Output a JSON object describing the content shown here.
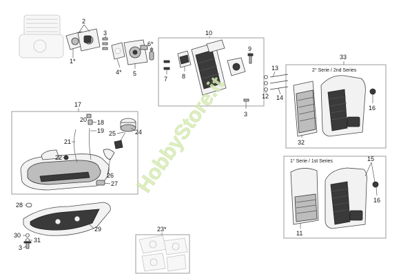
{
  "watermark": "HobbyStore.it",
  "panels": {
    "p10": "10",
    "p33": "33",
    "p17": "17",
    "p23": "23*"
  },
  "series_second": "2° Serie / 2nd Series",
  "series_first": "1° Serie / 1st Series",
  "callouts": {
    "c1": "1*",
    "c2": "2",
    "c3a": "3",
    "c4": "4*",
    "c5": "5",
    "c6": "6*",
    "c7": "7",
    "c8": "8",
    "c9": "9",
    "c3b": "3",
    "c12": "12",
    "c13": "13",
    "c14": "14",
    "c16a": "16",
    "c32": "32",
    "c11": "11",
    "c15": "15",
    "c16b": "16",
    "c18": "18",
    "c19": "19",
    "c20": "20",
    "c21": "21",
    "c22": "22",
    "c24": "24",
    "c25": "25",
    "c26": "26",
    "c27": "27",
    "c28": "28",
    "c29": "29",
    "c30": "30",
    "c31": "31",
    "c3c": "3"
  }
}
